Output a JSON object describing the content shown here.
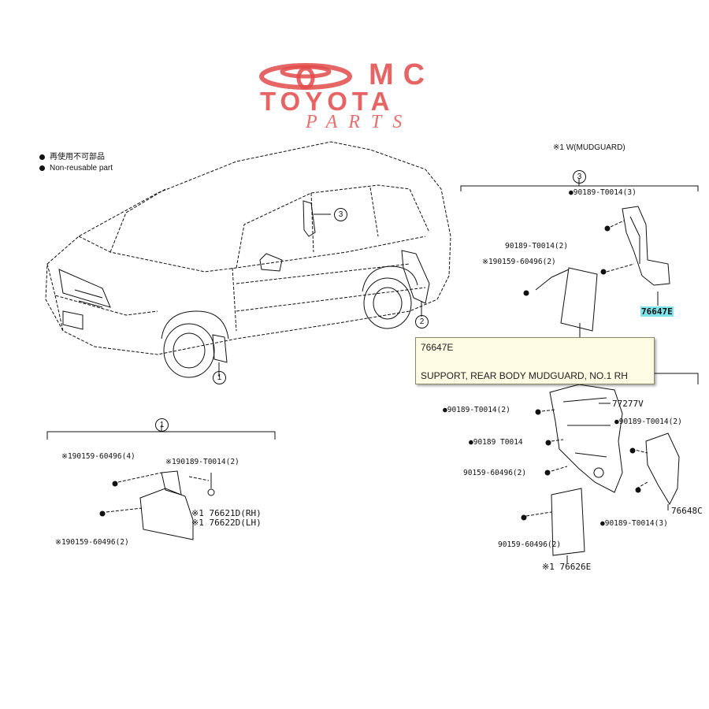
{
  "logo": {
    "top": "MC",
    "brand": "TOYOTA",
    "sub": "PARTS"
  },
  "legend": {
    "jp": "再使用不可部品",
    "en": "Non-reusable part"
  },
  "note_mudguard": "※1 W(MUDGUARD)",
  "callouts": {
    "c1": "1",
    "c2": "2",
    "c3": "3"
  },
  "group3": {
    "bolt_top": "●90189-T0014(3)",
    "bolt_mid": "90189-T0014(2)",
    "screw": "※190159-60496(2)",
    "part": "76647E"
  },
  "tooltip": {
    "code": "76647E",
    "desc": "SUPPORT, REAR BODY MUDGUARD, NO.1 RH"
  },
  "group2": {
    "part_77277": "77277V",
    "bolt_a": "●90189-T0014(2)",
    "bolt_b": "●90189-T0014(2)",
    "bolt_c": "●90189  T0014",
    "screw_a": "90159-60496(2)",
    "part_76648": "76648C",
    "bolt_d": "●90189-T0014(3)",
    "screw_b": "90159-60496(2)",
    "part_76626": "※1 76626E"
  },
  "group1": {
    "screw_top": "※190159-60496(4)",
    "bolt": "※190189-T0014(2)",
    "part_rh": "※1 76621D(RH)",
    "part_lh": "※1 76622D(LH)",
    "screw_bottom": "※190159-60496(2)"
  },
  "colors": {
    "logo": "#e24a4a",
    "highlight": "#7fe3ea",
    "tooltip_bg": "#fdfbe1"
  }
}
